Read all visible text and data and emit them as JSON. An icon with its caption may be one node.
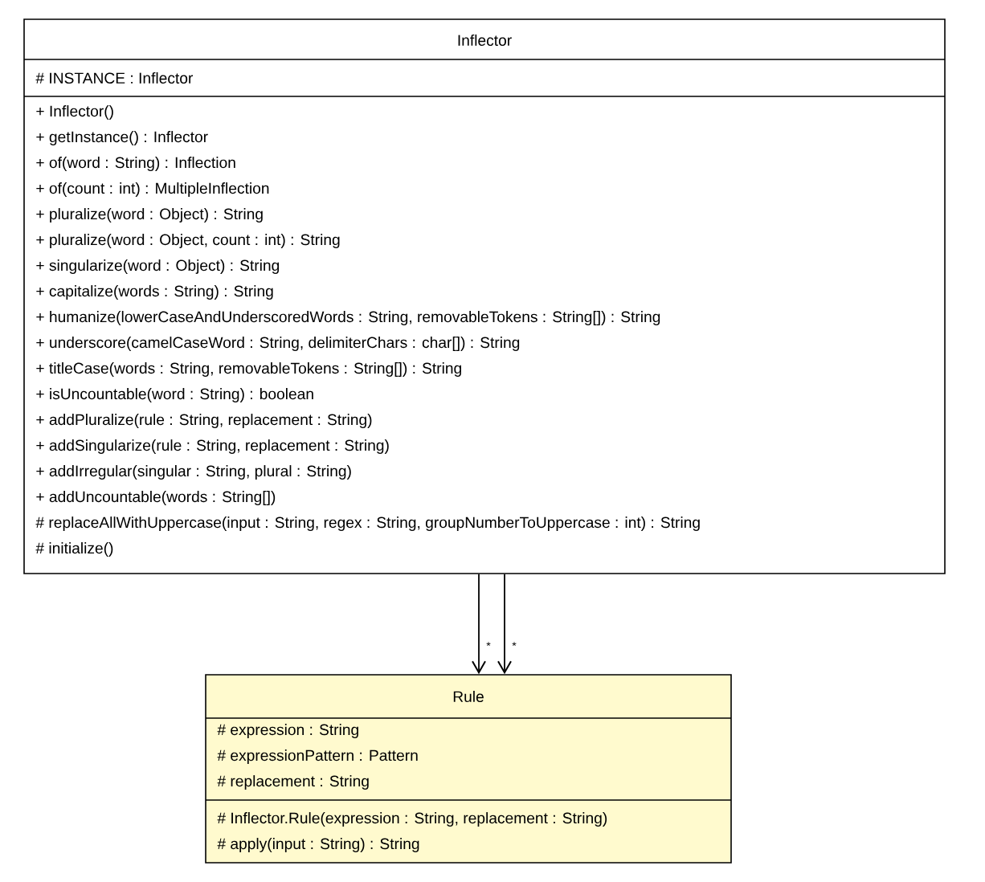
{
  "diagram": {
    "nodes": [
      {
        "text": [
          "Inflector",
          "# INSTANCE : Inflector",
          "+ Inflector()",
          "+ getInstance() : Inflector",
          "+ of(word : String) : Inflection",
          "+ of(count : int) : MultipleInflection",
          "+ pluralize(word : Object) : String",
          "+ pluralize(word : Object, count : int) : String",
          "+ singularize(word : Object) : String",
          "+ capitalize(words : String) : String",
          "+ humanize(lowerCaseAndUnderscoredWords : String, removableTokens : String[]) : String",
          "+ underscore(camelCaseWord : String, delimiterChars : char[]) : String",
          "+ titleCase(words : String, removableTokens : String[]) : String",
          "+ isUncountable(word : String) : boolean",
          "+ addPluralize(rule : String, replacement : String)",
          "+ addSingularize(rule : String, replacement : String)",
          "+ addIrregular(singular : String, plural : String)",
          "+ addUncountable(words : String[])",
          "# replaceAllWithUppercase(input : String, regex : String, groupNumberToUppercase : int) : String",
          "# initialize()"
        ]
      },
      {
        "text": [
          "Rule",
          "# expression : String",
          "# expressionPattern : Pattern",
          "# replacement : String",
          "# Inflector.Rule(expression : String, replacement : String)",
          "# apply(input : String) : String"
        ]
      }
    ],
    "edges": [
      {
        "from": 0,
        "to": 1,
        "arrow": "to",
        "label": "*"
      },
      {
        "from": 0,
        "to": 1,
        "arrow": "to",
        "label": "*"
      }
    ]
  }
}
